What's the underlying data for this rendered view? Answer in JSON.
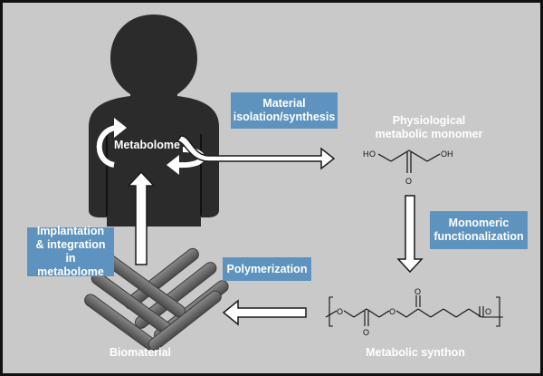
{
  "boxes": {
    "isolation": [
      "Material",
      "isolation/synthesis"
    ],
    "monomeric": [
      "Monomeric",
      "functionalization"
    ],
    "polymerization": "Polymerization",
    "implantation": [
      "Implantation",
      "& integration",
      "in metabolome"
    ]
  },
  "labels": {
    "metabolome": "Metabolome",
    "monomer": [
      "Physiological",
      "metabolic monomer"
    ],
    "synthon": "Metabolic synthon",
    "biomaterial": "Biomaterial"
  },
  "chem": {
    "atom_o": "O",
    "atom_h": "H"
  },
  "colors": {
    "background": "#c9c9c9",
    "box": "#5e93bf",
    "figure": "#2b2b2b",
    "rod": "#6b6b6b"
  }
}
